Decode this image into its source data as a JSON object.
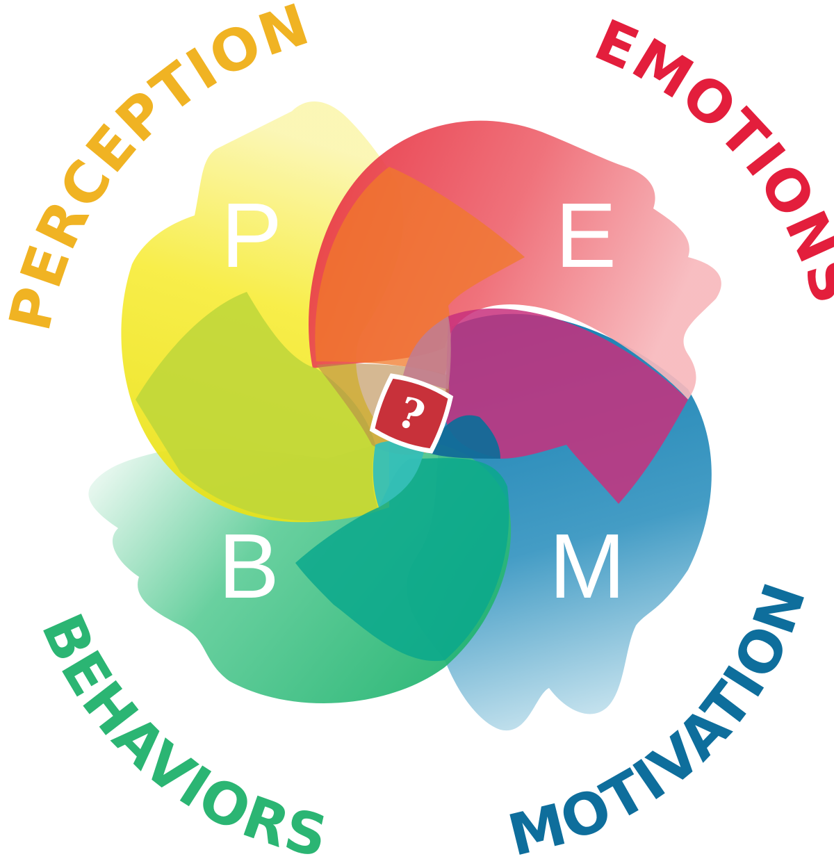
{
  "labels": {
    "perceptions": "PERCEPTIONS",
    "emotions": "EMOTIONS",
    "motivations": "MOTIVATIONS",
    "behaviors": "BEHAVIORS"
  },
  "letters": {
    "p": "P",
    "e": "E",
    "m": "M",
    "b": "B"
  },
  "center_symbol": "?",
  "colors": {
    "perceptions": "#f0b323",
    "emotions": "#e31e3c",
    "motivations": "#0e6e9c",
    "behaviors": "#2bb573",
    "center": "#c8313a"
  }
}
